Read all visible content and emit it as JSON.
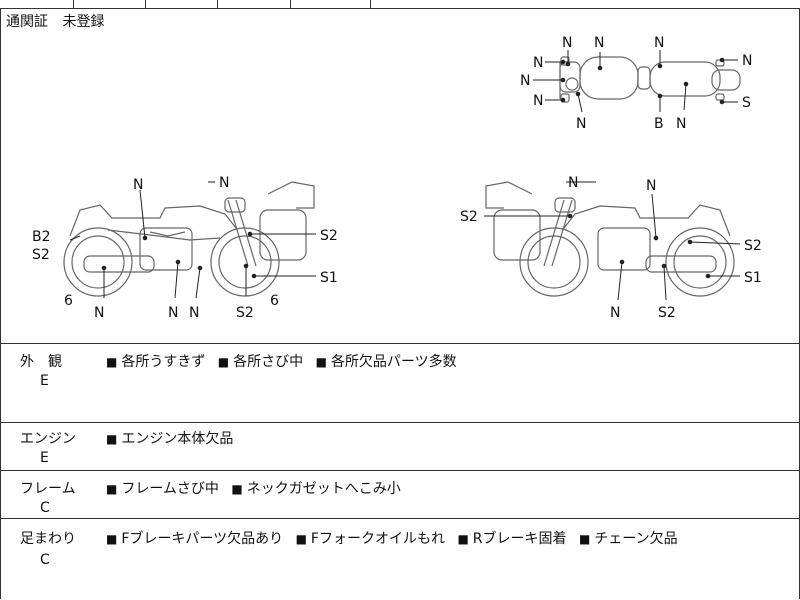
{
  "customs": {
    "label": "通関証",
    "value": "未登録"
  },
  "diagram": {
    "top_view": [
      "N",
      "N",
      "N",
      "N",
      "N",
      "N",
      "N",
      "N",
      "N",
      "B",
      "S"
    ],
    "left_view": [
      "N",
      "N",
      "B2",
      "S2",
      "S2",
      "S1",
      "6",
      "6",
      "N",
      "N",
      "N",
      "S2"
    ],
    "right_view": [
      "N",
      "N",
      "S2",
      "S2",
      "S1",
      "N",
      "S2"
    ]
  },
  "sections": [
    {
      "label": "外　観",
      "grade": "E",
      "notes": [
        "各所うすきず",
        "各所さび中",
        "各所欠品パーツ多数"
      ]
    },
    {
      "label": "エンジン",
      "grade": "E",
      "notes": [
        "エンジン本体欠品"
      ]
    },
    {
      "label": "フレーム",
      "grade": "C",
      "notes": [
        "フレームさび中",
        "ネックガゼットへこみ小"
      ]
    },
    {
      "label": "足まわり",
      "grade": "C",
      "notes": [
        "Fブレーキパーツ欠品あり",
        "Fフォークオイルもれ",
        "Rブレーキ固着",
        "チェーン欠品"
      ]
    }
  ]
}
